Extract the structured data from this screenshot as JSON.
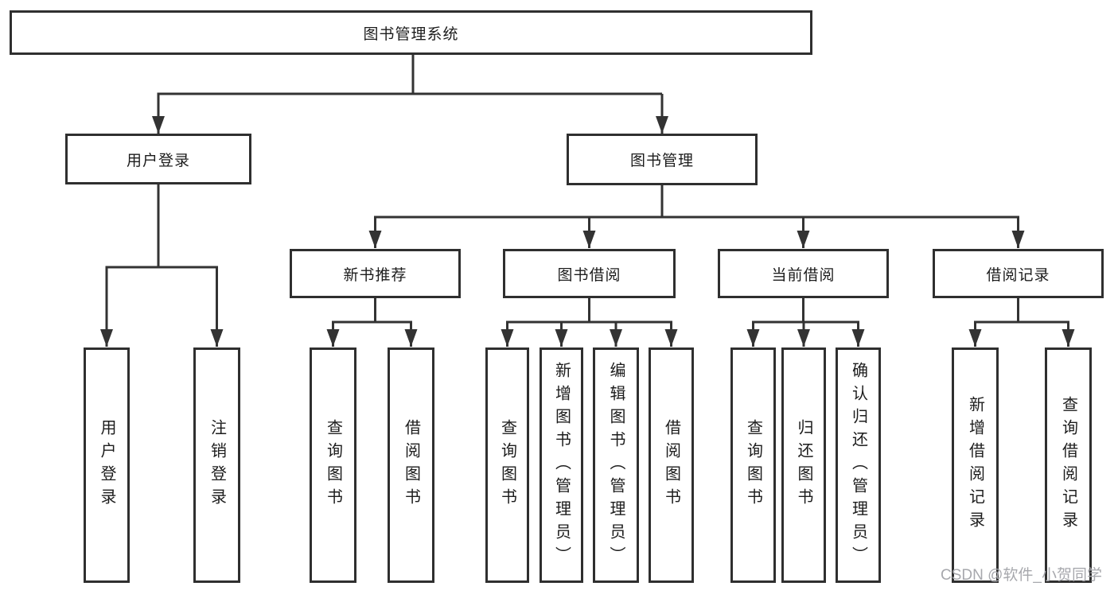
{
  "tree": {
    "root": {
      "label": "图书管理系统"
    },
    "branches": [
      {
        "label": "用户登录",
        "children": [
          {
            "label": "用户登录"
          },
          {
            "label": "注销登录"
          }
        ]
      },
      {
        "label": "图书管理",
        "children": [
          {
            "label": "新书推荐",
            "children": [
              {
                "label": "查询图书"
              },
              {
                "label": "借阅图书"
              }
            ]
          },
          {
            "label": "图书借阅",
            "children": [
              {
                "label": "查询图书"
              },
              {
                "label": "新增图书（管理员）"
              },
              {
                "label": "编辑图书（管理员）"
              },
              {
                "label": "借阅图书"
              }
            ]
          },
          {
            "label": "当前借阅",
            "children": [
              {
                "label": "查询图书"
              },
              {
                "label": "归还图书"
              },
              {
                "label": "确认归还（管理员）"
              }
            ]
          },
          {
            "label": "借阅记录",
            "children": [
              {
                "label": "新增借阅记录"
              },
              {
                "label": "查询借阅记录"
              }
            ]
          }
        ]
      }
    ]
  },
  "watermark": {
    "text": "CSDN @软件_小贺同学",
    "color": "#a7a8ad"
  },
  "colors": {
    "line": "#333333",
    "box_border": "#2f2f2f",
    "box_fill": "#ffffff",
    "text": "#1c1c1c",
    "background": "#ffffff"
  }
}
